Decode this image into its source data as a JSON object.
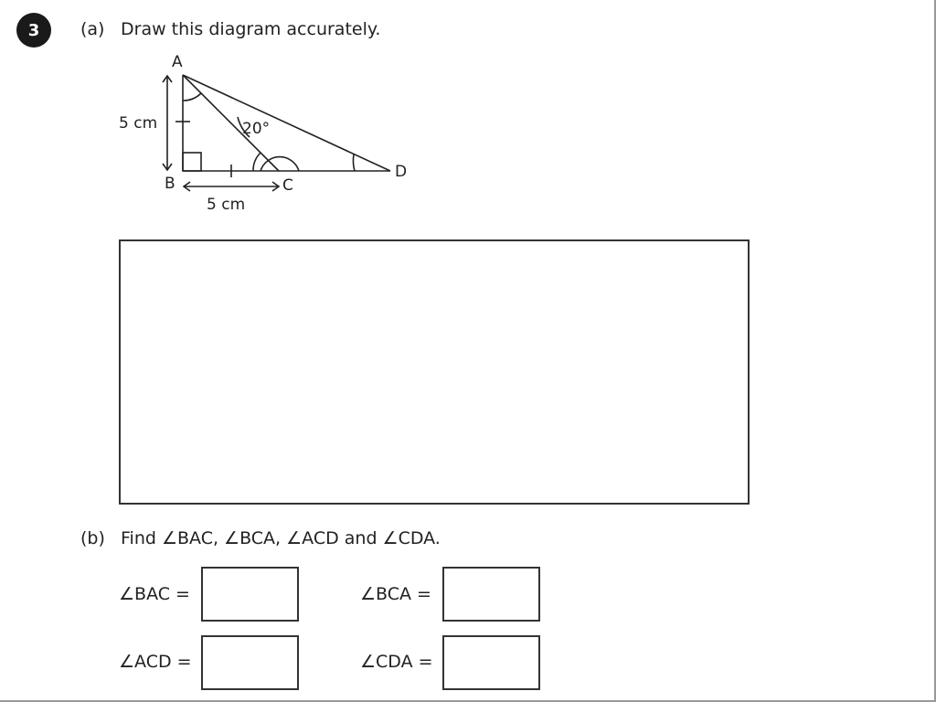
{
  "question": {
    "number": "3",
    "part_a": {
      "label": "(a)",
      "text": "Draw this diagram accurately."
    },
    "diagram": {
      "points": {
        "A": "A",
        "B": "B",
        "C": "C",
        "D": "D"
      },
      "length_ab": "5 cm",
      "length_bc": "5 cm",
      "angle_cad": "20°"
    },
    "part_b": {
      "label": "(b)",
      "text": "Find ∠BAC, ∠BCA, ∠ACD and ∠CDA."
    },
    "answers": [
      {
        "label": "∠BAC  =",
        "value": ""
      },
      {
        "label": "∠BCA  =",
        "value": ""
      },
      {
        "label": "∠ACD  =",
        "value": ""
      },
      {
        "label": "∠CDA  =",
        "value": ""
      }
    ]
  }
}
